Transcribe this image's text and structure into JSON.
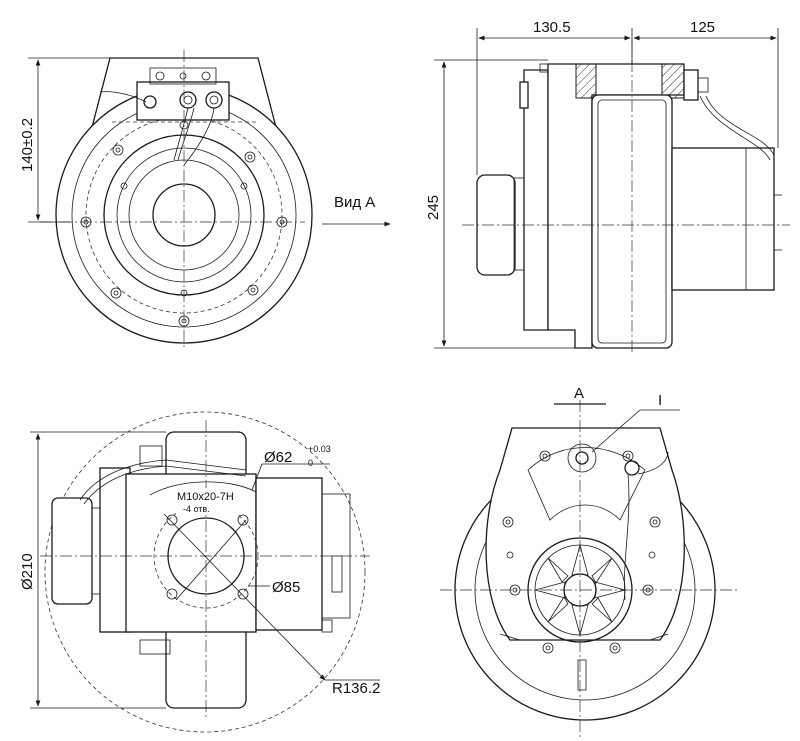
{
  "dimensions": {
    "height_140": "140±0.2",
    "height_245": "245",
    "width_130": "130.5",
    "width_125": "125",
    "dia_210": "Ø210",
    "dia_62": "Ø62",
    "tol_upper": "+0.03",
    "tol_lower": "0",
    "thread": "M10x20-7H",
    "holes": "-4 отв.",
    "dia_85": "Ø85",
    "radius": "R136.2"
  },
  "labels": {
    "view_a": "Вид А",
    "section_a": "A",
    "callout_i": "I"
  }
}
